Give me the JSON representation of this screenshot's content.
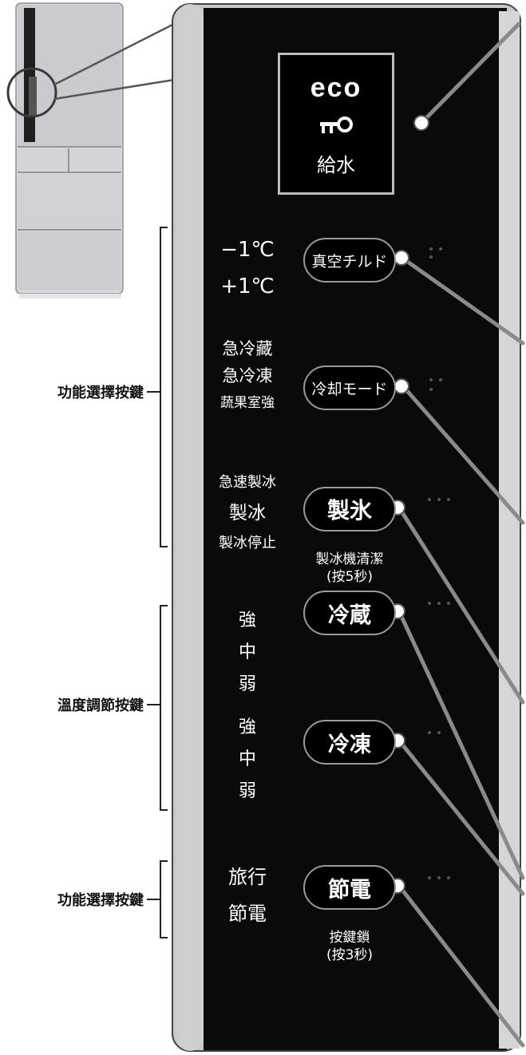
{
  "indicator": {
    "eco_label": "eco",
    "lock_icon": "key-icon",
    "water_label": "給水"
  },
  "groups": [
    {
      "caption": "功能選擇按鍵"
    },
    {
      "caption": "溫度調節按鍵"
    },
    {
      "caption": "功能選擇按鍵"
    }
  ],
  "buttons": [
    {
      "label": "真空チルド",
      "modes": [
        "−1℃",
        "+1℃"
      ]
    },
    {
      "label": "冷却モード",
      "modes": [
        "急冷藏",
        "急冷凍",
        "蔬果室強"
      ]
    },
    {
      "label": "製氷",
      "modes": [
        "急速製冰",
        "製冰",
        "製冰停止"
      ],
      "note": [
        "製冰機清潔",
        "(按5秒)"
      ]
    },
    {
      "label": "冷蔵",
      "modes": [
        "強",
        "中",
        "弱"
      ]
    },
    {
      "label": "冷凍",
      "modes": [
        "強",
        "中",
        "弱"
      ]
    },
    {
      "label": "節電",
      "modes": [
        "旅行",
        "節電"
      ],
      "note": [
        "按鍵鎖",
        "(按3秒)"
      ]
    }
  ],
  "colors": {
    "panel": "#000000",
    "bezel": "#c8c8c8",
    "leader": "#8a8a8a",
    "button_border": "#9a9a9a"
  }
}
